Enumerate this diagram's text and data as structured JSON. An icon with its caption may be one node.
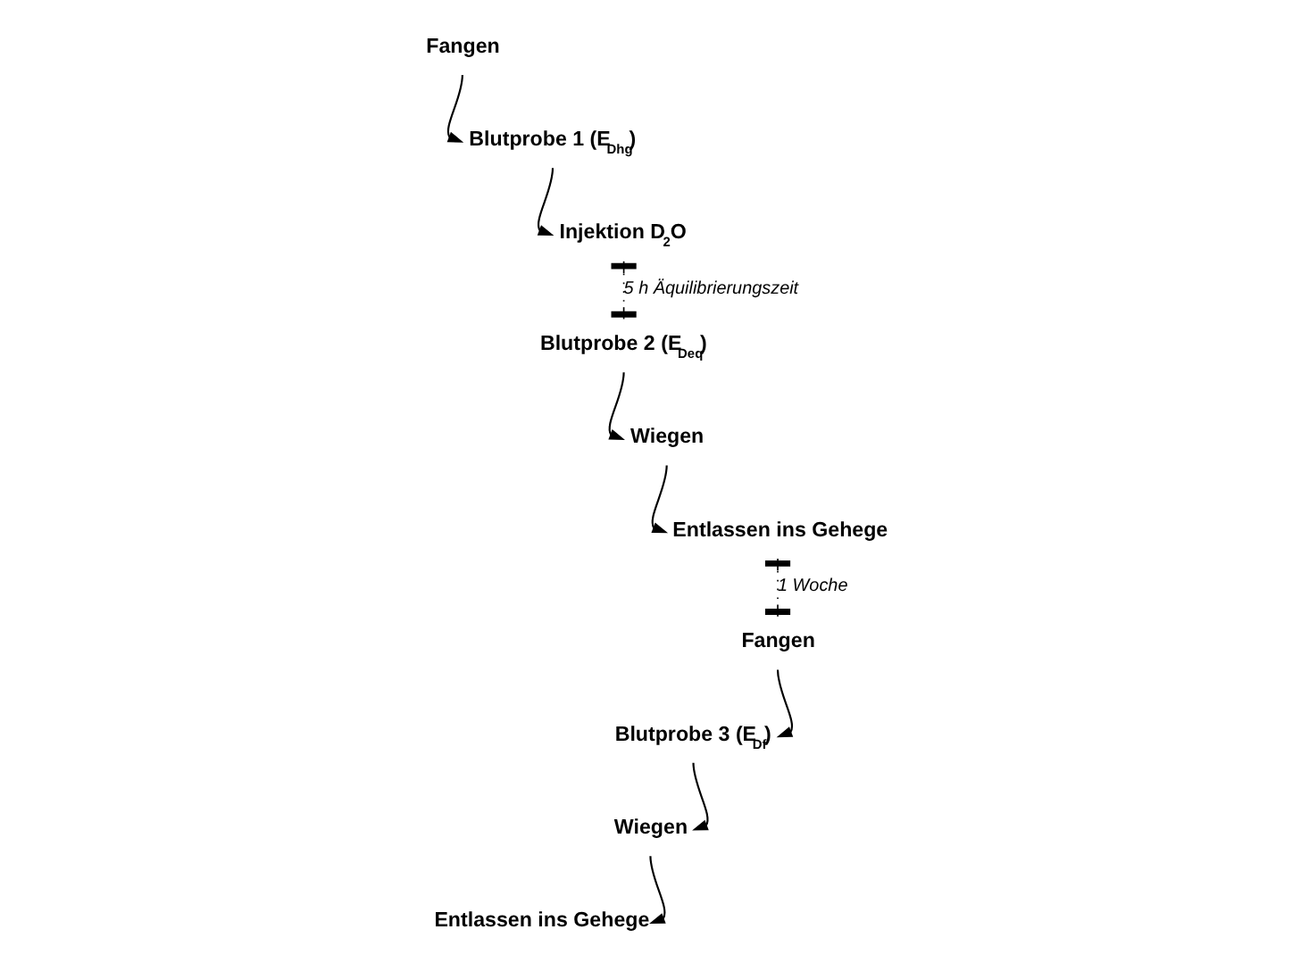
{
  "diagram": {
    "nodes": [
      {
        "text": [
          "Fangen"
        ]
      },
      {
        "text": [
          "Blutprobe 1 (E$_{Dhg}$)"
        ]
      },
      {
        "text": [
          "Injektion D$_{2}$O"
        ]
      },
      {
        "text": [
          "Blutprobe 2 (E$_{Deq}$)"
        ]
      },
      {
        "text": [
          "Wiegen"
        ]
      },
      {
        "text": [
          "Entlassen ins Gehege"
        ]
      },
      {
        "text": [
          "Fangen"
        ]
      },
      {
        "text": [
          "Blutprobe 3 (E$_{Df}$)"
        ]
      },
      {
        "text": [
          "Wiegen"
        ]
      },
      {
        "text": [
          "Entlassen ins Gehege"
        ]
      }
    ],
    "edges": [
      {
        "from": 0,
        "to": 1,
        "arrow": "to"
      },
      {
        "from": 1,
        "to": 2,
        "arrow": "to"
      },
      {
        "from": 2,
        "to": 3,
        "arrow": "other",
        "style": "dashed",
        "label": "5 h Äquilibrierungszeit"
      },
      {
        "from": 3,
        "to": 4,
        "arrow": "to"
      },
      {
        "from": 4,
        "to": 5,
        "arrow": "to"
      },
      {
        "from": 5,
        "to": 6,
        "arrow": "other",
        "style": "dashed",
        "label": "1 Woche"
      },
      {
        "from": 6,
        "to": 7,
        "arrow": "to"
      },
      {
        "from": 7,
        "to": 8,
        "arrow": "to"
      },
      {
        "from": 8,
        "to": 9,
        "arrow": "to"
      }
    ]
  }
}
